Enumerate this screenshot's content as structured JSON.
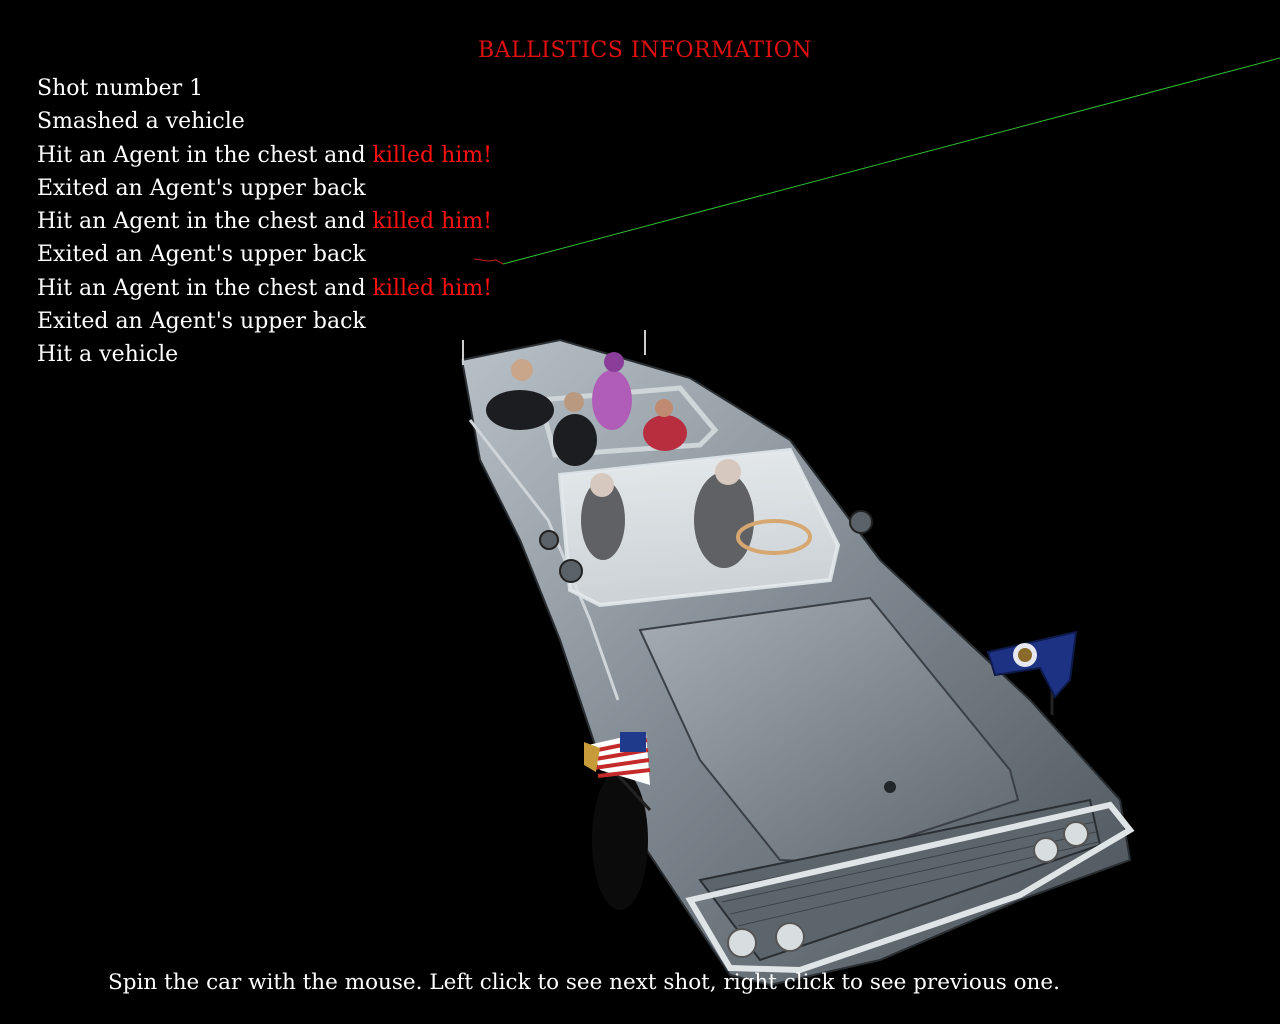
{
  "title": "BALLISTICS INFORMATION",
  "log": [
    {
      "text": "Shot number 1",
      "highlight": ""
    },
    {
      "text": "Smashed a vehicle",
      "highlight": ""
    },
    {
      "text": "Hit an Agent in the chest and ",
      "highlight": "killed him!"
    },
    {
      "text": "Exited an Agent's upper back",
      "highlight": ""
    },
    {
      "text": "Hit an Agent in the chest and ",
      "highlight": "killed him!"
    },
    {
      "text": "Exited an Agent's upper back",
      "highlight": ""
    },
    {
      "text": "Hit an Agent in the chest and ",
      "highlight": "killed him!"
    },
    {
      "text": "Exited an Agent's upper back",
      "highlight": ""
    },
    {
      "text": "Hit a vehicle",
      "highlight": ""
    }
  ],
  "hint": "Spin the car with the mouse. Left click to see next shot, right click to see previous one.",
  "colors": {
    "background": "#000000",
    "title": "#e01010",
    "text": "#ffffff",
    "highlight": "#ff1010",
    "trajectory": "#2fbf2f",
    "car_body": "#8a949c"
  },
  "icons": {
    "car": "presidential-limousine",
    "flags": [
      "us-flag",
      "presidential-flag"
    ]
  }
}
